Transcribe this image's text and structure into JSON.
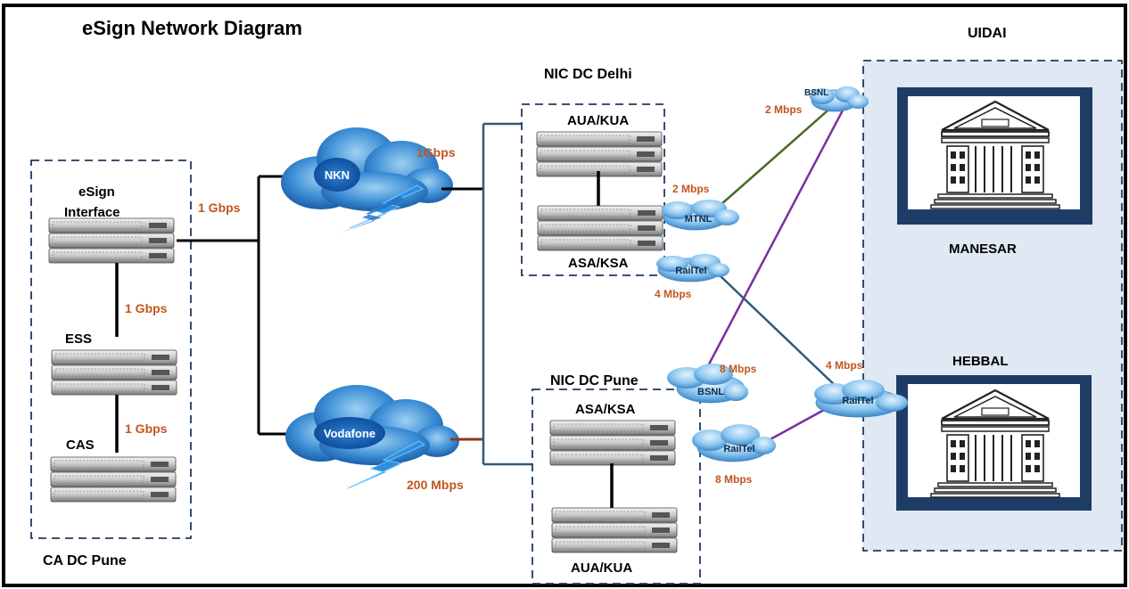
{
  "title": "eSign Network Diagram",
  "sites": {
    "ca_dc_pune": "CA DC Pune",
    "nic_dc_delhi": "NIC DC Delhi",
    "nic_dc_pune": "NIC DC Pune",
    "uidai": "UIDAI",
    "manesar": "MANESAR",
    "hebbal": "HEBBAL"
  },
  "servers": {
    "esign_line1": "eSign",
    "esign_line2": "Interface",
    "ess": "ESS",
    "cas": "CAS",
    "delhi_aua_kua": "AUA/KUA",
    "delhi_asa_ksa": "ASA/KSA",
    "pune_asa_ksa": "ASA/KSA",
    "pune_aua_kua": "AUA/KUA"
  },
  "clouds": {
    "nkn": "NKN",
    "vodafone": "Vodafone",
    "bsnl_top": "BSNL",
    "mtnl": "MTNL",
    "railtel_delhi": "RailTel",
    "bsnl_pune": "BSNL",
    "railtel_pune": "RailTel",
    "railtel_hebbal": "RailTel"
  },
  "links": {
    "esign_to_switch": "1 Gbps",
    "esign_to_ess": "1 Gbps",
    "ess_to_cas": "1 Gbps",
    "nkn": "1Gbps",
    "vodafone": "200 Mbps",
    "bsnl_top": "2 Mbps",
    "mtnl": "2 Mbps",
    "railtel_delhi": "4 Mbps",
    "bsnl_pune": "8 Mbps",
    "railtel_hebbal": "4 Mbps",
    "railtel_pune": "8 Mbps"
  },
  "colors": {
    "navy": "#1f3a5f",
    "orange": "#c0561f",
    "green": "#4a6b2a",
    "purple": "#7b2fa0",
    "teal_blue": "#2e5a7a",
    "uidai_fill": "#dfe8f3",
    "building_frame": "#1f3c66"
  }
}
